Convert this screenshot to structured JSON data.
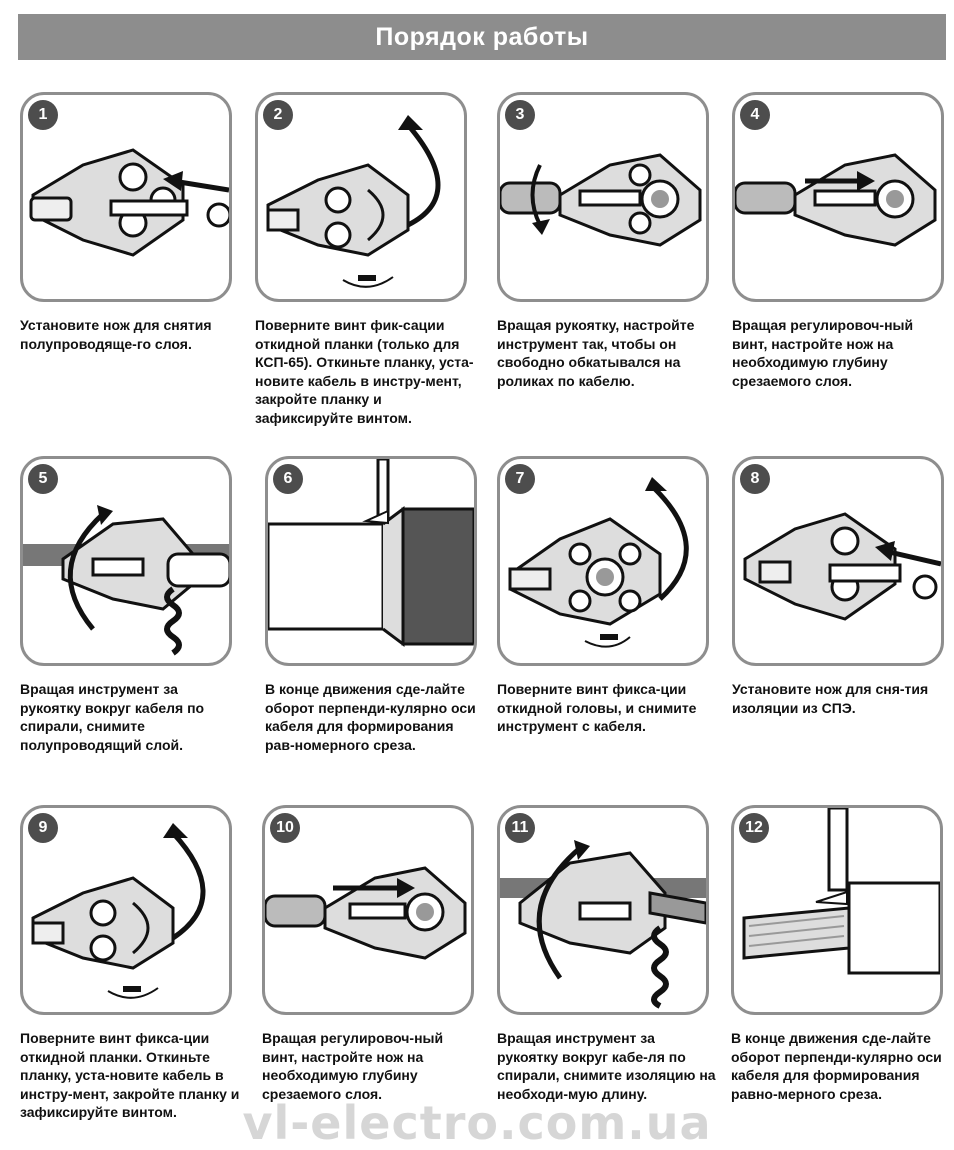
{
  "header": {
    "title": "Порядок работы"
  },
  "steps": [
    {
      "num": "1",
      "caption": "Установите нож для снятия полупроводяще-го слоя."
    },
    {
      "num": "2",
      "caption": "Поверните винт фик-сации откидной планки (только для КСП-65). Откиньте планку, уста-новите кабель в инстру-мент, закройте планку и зафиксируйте винтом."
    },
    {
      "num": "3",
      "caption": "Вращая рукоятку, настройте инструмент так, чтобы он свободно обкатывался на роликах по кабелю."
    },
    {
      "num": "4",
      "caption": "Вращая регулировоч-ный винт, настройте нож на необходимую глубину срезаемого слоя."
    },
    {
      "num": "5",
      "caption": "Вращая инструмент за рукоятку вокруг кабеля по спирали, снимите полупроводящий слой."
    },
    {
      "num": "6",
      "caption": "В конце движения сде-лайте оборот перпенди-кулярно оси кабеля для формирования рав-номерного среза."
    },
    {
      "num": "7",
      "caption": "Поверните винт фикса-ции откидной головы, и снимите инструмент с кабеля."
    },
    {
      "num": "8",
      "caption": "Установите нож для сня-тия изоляции из СПЭ."
    },
    {
      "num": "9",
      "caption": "Поверните винт фикса-ции откидной планки. Откиньте планку, уста-новите кабель в инстру-мент, закройте планку и зафиксируйте винтом."
    },
    {
      "num": "10",
      "caption": "Вращая регулировоч-ный винт, настройте нож на необходимую глубину срезаемого слоя."
    },
    {
      "num": "11",
      "caption": "Вращая инструмент за рукоятку вокруг кабе-ля по спирали, снимите изоляцию на необходи-мую длину."
    },
    {
      "num": "12",
      "caption": "В конце движения сде-лайте оборот перпенди-кулярно оси кабеля для формирования равно-мерного среза."
    }
  ],
  "watermark": "vl-electro.com.ua"
}
